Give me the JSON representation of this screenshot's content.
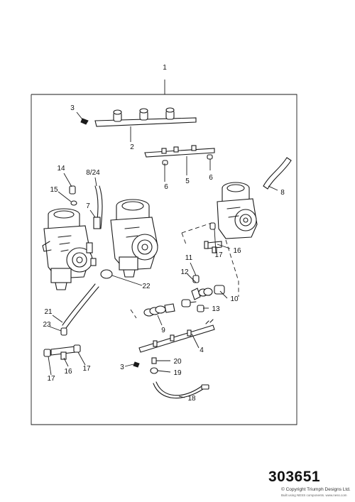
{
  "diagram": {
    "callouts": [
      {
        "id": "c1",
        "text": "1"
      },
      {
        "id": "c2",
        "text": "2"
      },
      {
        "id": "c3a",
        "text": "3"
      },
      {
        "id": "c3b",
        "text": "3"
      },
      {
        "id": "c4",
        "text": "4"
      },
      {
        "id": "c5",
        "text": "5"
      },
      {
        "id": "c6a",
        "text": "6"
      },
      {
        "id": "c6b",
        "text": "6"
      },
      {
        "id": "c7",
        "text": "7"
      },
      {
        "id": "c8",
        "text": "8"
      },
      {
        "id": "c824",
        "text": "8/24"
      },
      {
        "id": "c9",
        "text": "9"
      },
      {
        "id": "c10",
        "text": "10"
      },
      {
        "id": "c11",
        "text": "11"
      },
      {
        "id": "c12",
        "text": "12"
      },
      {
        "id": "c13",
        "text": "13"
      },
      {
        "id": "c14",
        "text": "14"
      },
      {
        "id": "c15",
        "text": "15"
      },
      {
        "id": "c16a",
        "text": "16"
      },
      {
        "id": "c16b",
        "text": "16"
      },
      {
        "id": "c17a",
        "text": "17"
      },
      {
        "id": "c17b",
        "text": "17"
      },
      {
        "id": "c17c",
        "text": "17"
      },
      {
        "id": "c18",
        "text": "18"
      },
      {
        "id": "c19",
        "text": "19"
      },
      {
        "id": "c20",
        "text": "20"
      },
      {
        "id": "c21",
        "text": "21"
      },
      {
        "id": "c22",
        "text": "22"
      },
      {
        "id": "c23",
        "text": "23"
      }
    ]
  },
  "footer": {
    "diagram_number": "303651",
    "copyright": "© Copyright Triumph Designs Ltd.",
    "note": "Built using NESS components. www.ness.com"
  }
}
